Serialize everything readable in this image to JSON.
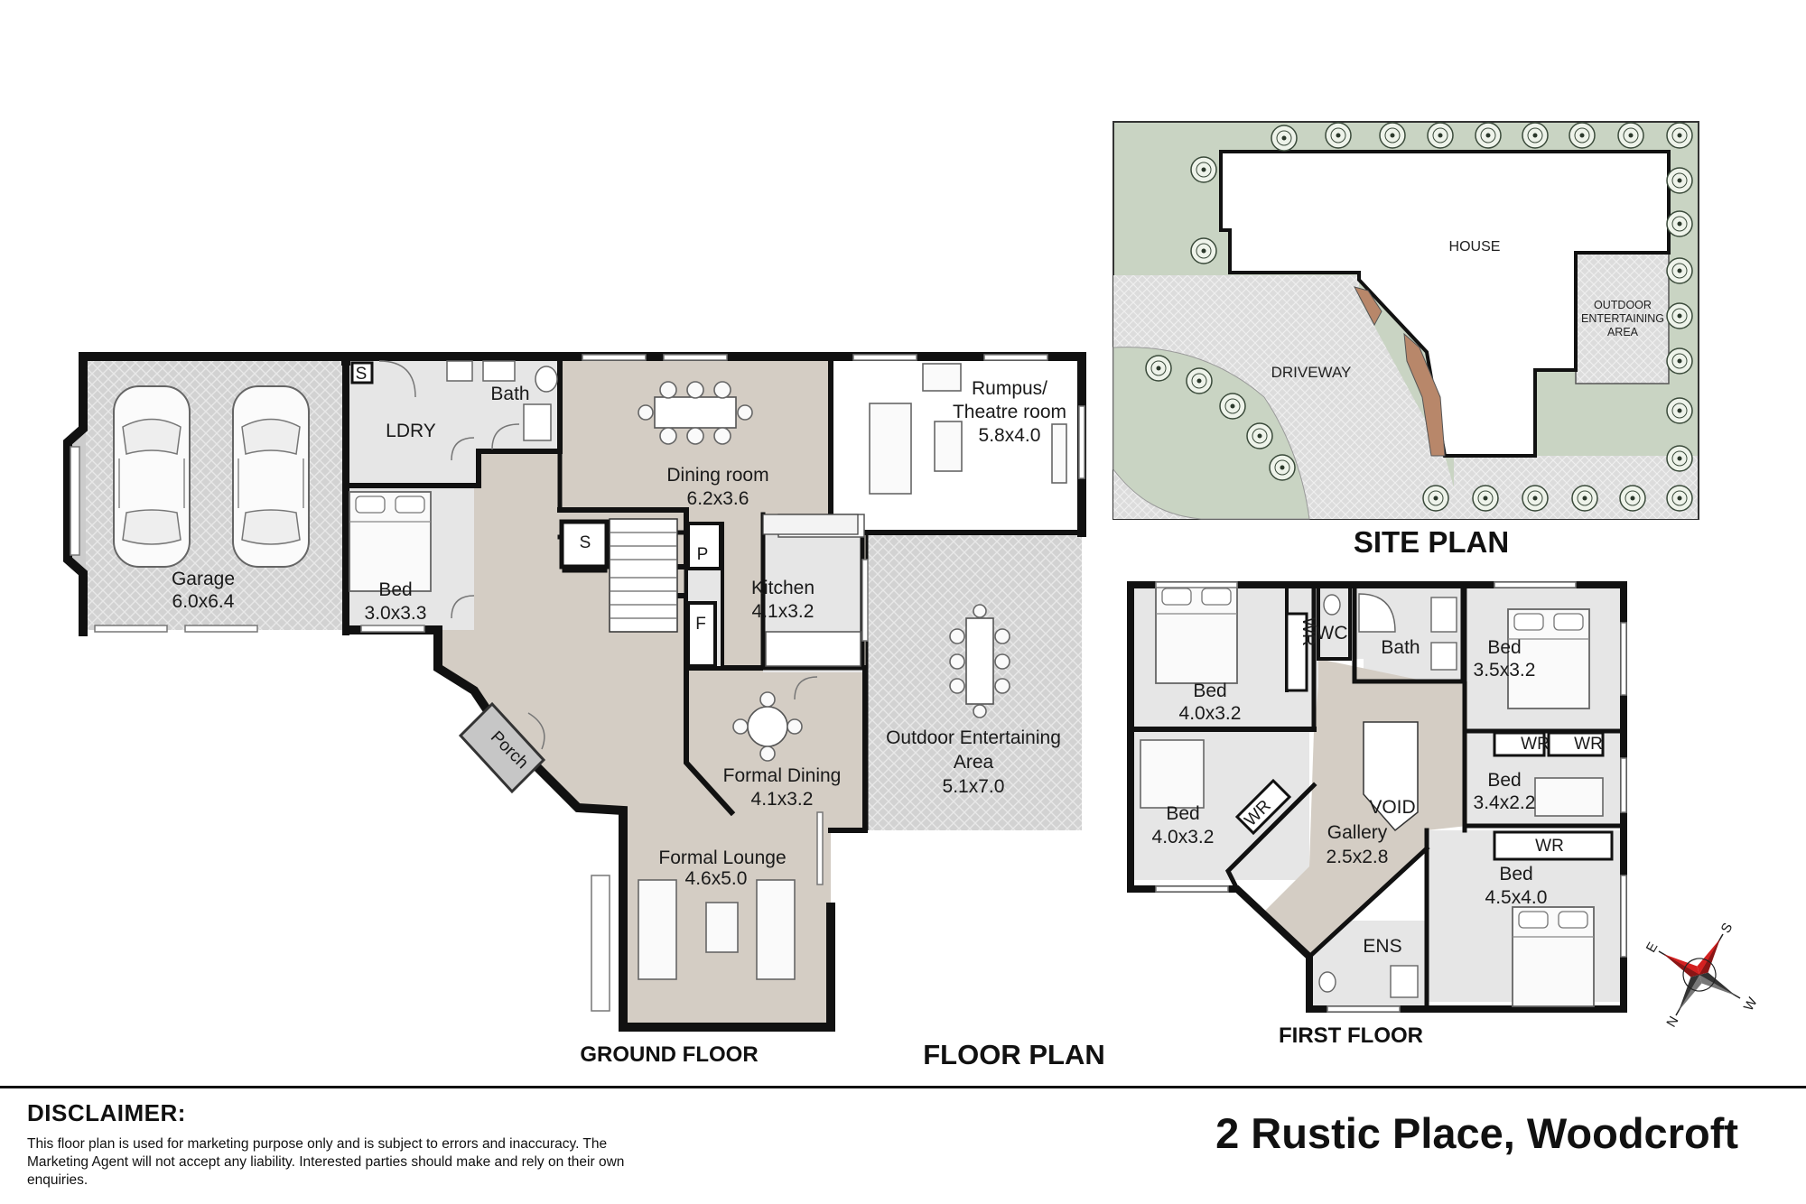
{
  "headings": {
    "ground_floor": "GROUND FLOOR",
    "floor_plan": "FLOOR PLAN",
    "first_floor": "FIRST FLOOR",
    "site_plan": "SITE PLAN"
  },
  "ground_floor_rooms": {
    "garage": {
      "name": "Garage",
      "size": "6.0x6.4"
    },
    "laundry": {
      "name": "LDRY"
    },
    "laundry_storage": {
      "name": "S"
    },
    "bath": {
      "name": "Bath"
    },
    "bed": {
      "name": "Bed",
      "size": "3.0x3.3"
    },
    "dining_room": {
      "name": "Dining room",
      "size": "6.2x3.6"
    },
    "rumpus": {
      "name_line1": "Rumpus/",
      "name_line2": "Theatre room",
      "size": "5.8x4.0"
    },
    "stair_storage": {
      "name": "S"
    },
    "pantry": {
      "name": "P"
    },
    "fridge": {
      "name": "F"
    },
    "kitchen": {
      "name": "Kitchen",
      "size": "4.1x3.2"
    },
    "outdoor": {
      "name_line1": "Outdoor Entertaining",
      "name_line2": "Area",
      "size": "5.1x7.0"
    },
    "formal_dining": {
      "name": "Formal Dining",
      "size": "4.1x3.2"
    },
    "porch": {
      "name": "Porch"
    },
    "formal_lounge": {
      "name": "Formal Lounge",
      "size": "4.6x5.0"
    }
  },
  "first_floor_rooms": {
    "bed1": {
      "name": "Bed",
      "size": "4.0x3.2"
    },
    "wr1": {
      "name": "WR"
    },
    "wc": {
      "name": "WC"
    },
    "bath": {
      "name": "Bath"
    },
    "bed2": {
      "name": "Bed",
      "size": "3.5x3.2"
    },
    "wr2": {
      "name": "WR"
    },
    "wr3": {
      "name": "WR"
    },
    "bed3": {
      "name": "Bed",
      "size": "3.4x2.2"
    },
    "bed4": {
      "name": "Bed",
      "size": "4.0x3.2"
    },
    "wr4": {
      "name": "WR"
    },
    "void": {
      "name": "VOID"
    },
    "gallery": {
      "name": "Gallery",
      "size": "2.5x2.8"
    },
    "wr5": {
      "name": "WR"
    },
    "bed5": {
      "name": "Bed",
      "size": "4.5x4.0"
    },
    "ens": {
      "name": "ENS"
    }
  },
  "site_plan": {
    "house": "HOUSE",
    "driveway": "DRIVEWAY",
    "outdoor_line1": "OUTDOOR",
    "outdoor_line2": "ENTERTAINING",
    "outdoor_line3": "AREA"
  },
  "compass": {
    "n": "N",
    "e": "E",
    "s": "S",
    "w": "W"
  },
  "disclaimer": {
    "title": "DISCLAIMER:",
    "text": "This floor plan is used for marketing purpose only and is subject to errors and inaccuracy. The Marketing Agent will not accept any liability. Interested parties should make and rely on their own enquiries."
  },
  "address": "2 Rustic Place, Woodcroft",
  "colors": {
    "interior": "#d4cdc4",
    "room": "#e5e5e5",
    "garage_floor": "#cfcfcf",
    "lawn": "#ccd6c6",
    "paving": "#e2e2e2",
    "garden_bed": "#b8876a",
    "wall": "#111111"
  }
}
